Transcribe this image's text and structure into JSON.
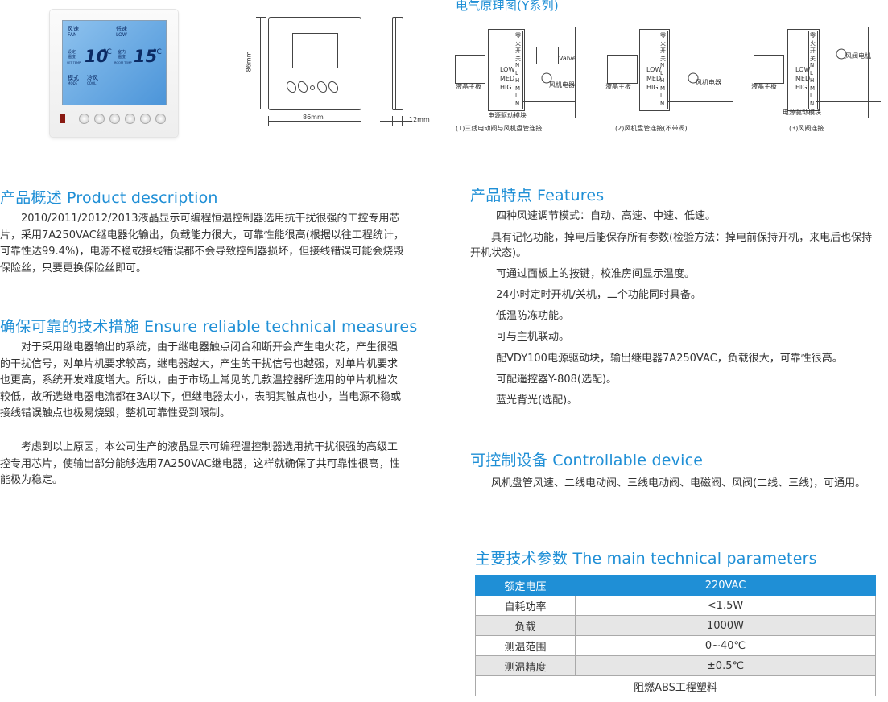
{
  "thermostat_photo": {
    "lcd": {
      "fan_cn": "风速",
      "fan_en": "FAN",
      "speed_cn": "低速",
      "speed_en": "LOW",
      "set_cn": "设定\n温度",
      "set_en": "SET TEMP",
      "set_value": "10",
      "unit": "°C",
      "room_cn": "室内\n温度",
      "room_en": "ROOM TEMP",
      "room_value": "15",
      "mode_cn": "模式",
      "mode_en": "MODE",
      "cool_cn": "冷风",
      "cool_en": "COOL"
    }
  },
  "dimensions": {
    "height": "86mm",
    "width": "86mm",
    "depth": "12mm"
  },
  "wiring": {
    "title": "电气原理图(Y系列)",
    "lcd_board": "液晶主板",
    "power_module": "电源驱动模块",
    "valve": "Valve",
    "fan_motor": "风机电器",
    "damper_motor": "风阀电机",
    "low": "LOW",
    "med": "MED",
    "hig": "HIG",
    "terminal_labels": [
      "零",
      "火",
      "开",
      "关",
      "N",
      "L",
      "H",
      "M",
      "L",
      "N"
    ],
    "captions": [
      "(1)三线电动阀与风机盘管连接",
      "(2)风机盘管连接(不带阀)",
      "(3)风阀连接"
    ]
  },
  "product_description": {
    "title": "产品概述 Product description",
    "text": "2010/2011/2012/2013液晶显示可编程恒温控制器选用抗干扰很强的工控专用芯片，采用7A250VAC继电器化输出，负载能力很大，可靠性能很高(根据以往工程统计，可靠性达99.4%)，电源不稳或接线错误都不会导致控制器损坏，但接线错误可能会烧毁保险丝，只要更换保险丝即可。"
  },
  "reliability": {
    "title": "确保可靠的技术措施 Ensure reliable technical measures",
    "p1": "对于采用继电器输出的系统，由于继电器触点闭合和断开会产生电火花，产生很强的干扰信号，对单片机要求较高，继电器越大，产生的干扰信号也越强，对单片机要求也更高，系统开发难度增大。所以，由于市场上常见的几款温控器所选用的单片机档次较低，故所选继电器电流都在3A以下，但继电器太小，表明其触点也小，当电源不稳或接线错误触点也极易烧毁，整机可靠性受到限制。",
    "p2": "考虑到以上原因，本公司生产的液晶显示可编程温控制器选用抗干扰很强的高级工控专用芯片，使输出部分能够选用7A250VAC继电器，这样就确保了共可靠性很高，性能极为稳定。"
  },
  "features": {
    "title": "产品特点 Features",
    "items": [
      "四种风速调节模式：自动、高速、中速、低速。",
      "具有记忆功能，掉电后能保存所有参数(检验方法：掉电前保持开机，来电后也保持开机状态)。",
      "可通过面板上的按键，校准房间显示温度。",
      "24小时定时开机/关机，二个功能同时具备。",
      "低温防冻功能。",
      "可与主机联动。",
      "配VDY100电源驱动块，输出继电器7A250VAC，负载很大，可靠性很高。",
      "可配遥控器Y-808(选配)。",
      "蓝光背光(选配)。"
    ]
  },
  "controllable": {
    "title": "可控制设备 Controllable device",
    "text": "风机盘管风速、二线电动阀、三线电动阀、电磁阀、风阀(二线、三线)，可通用。"
  },
  "parameters": {
    "title": "主要技术参数 The main technical parameters",
    "rows": [
      {
        "key": "额定电压",
        "value": "220VAC"
      },
      {
        "key": "自耗功率",
        "value": "<1.5W"
      },
      {
        "key": "负载",
        "value": "1000W"
      },
      {
        "key": "测温范围",
        "value": "0~40℃"
      },
      {
        "key": "测温精度",
        "value": "±0.5℃"
      }
    ],
    "footer": "阻燃ABS工程塑料"
  }
}
